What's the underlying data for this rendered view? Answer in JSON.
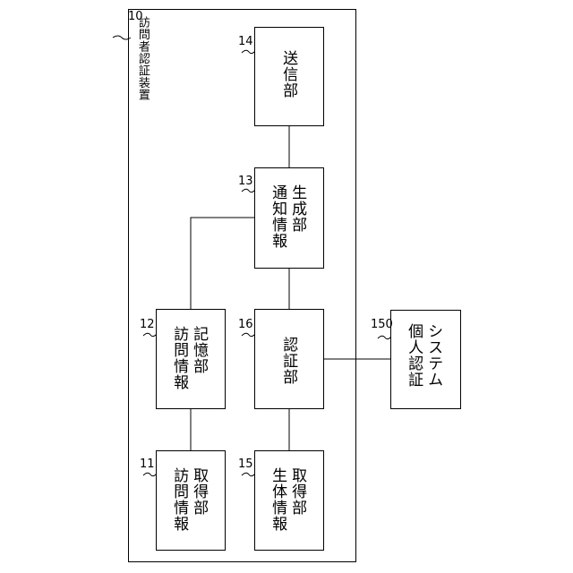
{
  "device": {
    "label": "訪問者認証装置",
    "ref": "10"
  },
  "blocks": {
    "transmit": {
      "ref": "14",
      "lines": [
        "送信部"
      ]
    },
    "notify_gen": {
      "ref": "13",
      "lines": [
        "通知情報",
        "生成部"
      ]
    },
    "visit_store": {
      "ref": "12",
      "lines": [
        "訪問情報",
        "記憶部"
      ]
    },
    "auth": {
      "ref": "16",
      "lines": [
        "認証部"
      ]
    },
    "visit_acquire": {
      "ref": "11",
      "lines": [
        "訪問情報",
        "取得部"
      ]
    },
    "bio_acquire": {
      "ref": "15",
      "lines": [
        "生体情報",
        "取得部"
      ]
    },
    "personal_auth": {
      "ref": "150",
      "lines": [
        "個人認証",
        "システム"
      ]
    }
  }
}
